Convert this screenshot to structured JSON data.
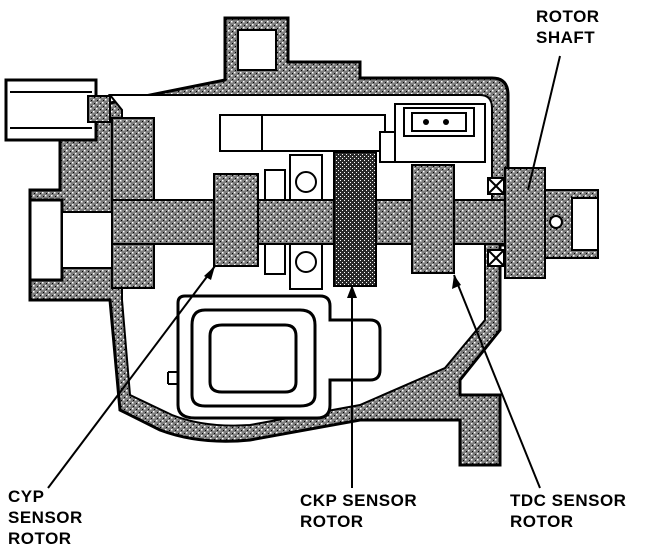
{
  "title": "",
  "labels": {
    "rotor_shaft": {
      "line1": "ROTOR",
      "line2": "SHAFT"
    },
    "cyp_sensor_rotor": {
      "line1": "CYP",
      "line2": "SENSOR",
      "line3": "ROTOR"
    },
    "ckp_sensor_rotor": {
      "line1": "CKP SENSOR",
      "line2": "ROTOR"
    },
    "tdc_sensor_rotor": {
      "line1": "TDC SENSOR",
      "line2": "ROTOR"
    }
  },
  "colors": {
    "ink": "#000000",
    "paper": "#ffffff",
    "shaded": "#7d7d7d",
    "dense": "#3a3a3a"
  }
}
